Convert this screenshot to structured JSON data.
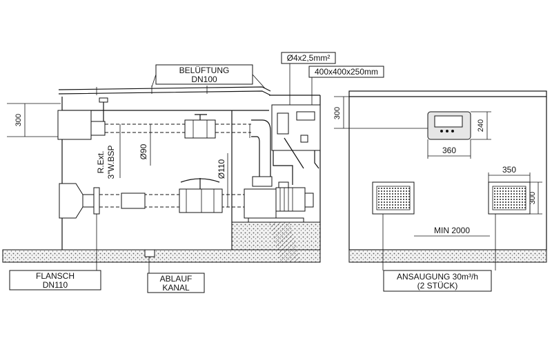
{
  "labels": {
    "beluftung_1": "BELÜFTUNG",
    "beluftung_2": "DN100",
    "cable": "Ø4x2,5mm²",
    "box_size": "400x400x250mm",
    "dim_300_left": "300",
    "rext_1": "R.Ext.",
    "rext_2": "3\"W.BSP",
    "phi90": "Ø90",
    "phi110": "Ø110",
    "flansch_1": "FLANSCH",
    "flansch_2": "DN110",
    "ablauf_1": "ABLAUF",
    "ablauf_2": "KANAL",
    "dim_300_right": "300",
    "dim_240": "240",
    "dim_360": "360",
    "dim_350": "350",
    "dim_300_grate": "300",
    "min_2000": "MIN 2000",
    "ansaugung_1": "ANSAUGUNG 30m³/h",
    "ansaugung_2": "(2 STÜCK)"
  },
  "colors": {
    "line": "#111111",
    "fill_grey": "#e6e6e6",
    "ground": "#cfcfcf"
  }
}
